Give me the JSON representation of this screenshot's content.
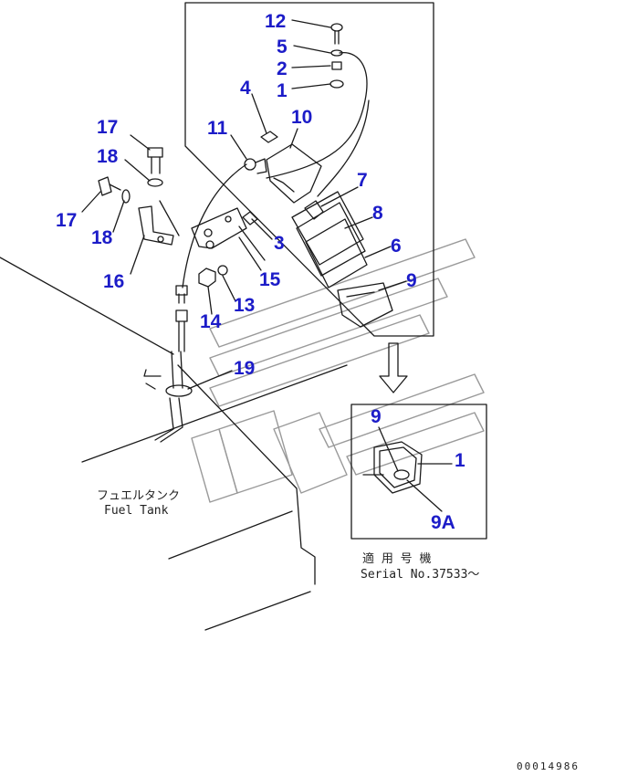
{
  "diagram": {
    "callouts": {
      "c1": "1",
      "c2": "2",
      "c3": "3",
      "c4": "4",
      "c5": "5",
      "c6": "6",
      "c7": "7",
      "c8": "8",
      "c9": "9",
      "c10": "10",
      "c11": "11",
      "c12": "12",
      "c13": "13",
      "c14": "14",
      "c15": "15",
      "c16": "16",
      "c17a": "17",
      "c17b": "17",
      "c18a": "18",
      "c18b": "18",
      "c19": "19",
      "detail9": "9",
      "detail1": "1",
      "detail9a": "9A"
    },
    "fuel_tank_jp": "フュエルタンク",
    "fuel_tank_en": "Fuel Tank",
    "serial_jp": "適 用 号 機",
    "serial_en": "Serial No.37533～",
    "document_number": "00014986"
  },
  "colors": {
    "callout": "#1c1cc8",
    "line": "#1a1a1a",
    "watermark": "#9a9a9a"
  }
}
